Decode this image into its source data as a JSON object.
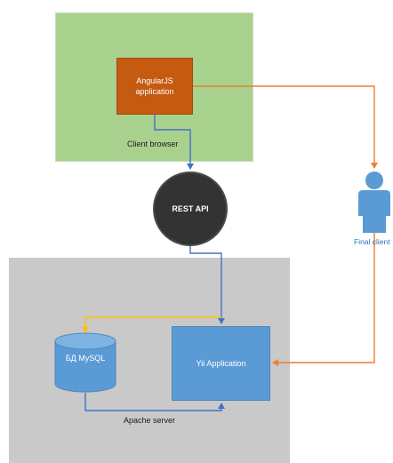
{
  "zones": {
    "client_browser": "Client browser",
    "apache_server": "Apache server"
  },
  "nodes": {
    "angular_app": "AngularJS application",
    "rest_api": "REST API",
    "database": "БД MySQL",
    "yii_app": "Yii Application",
    "final_client": "Final client"
  },
  "colors": {
    "client_zone": "#a9d18e",
    "server_zone": "#c9c9c9",
    "angular_box": "#c55a11",
    "rest_circle": "#333333",
    "blue": "#5b9bd5",
    "orange_arrow": "#ed7d31",
    "blue_arrow": "#4472c4",
    "yellow_arrow": "#ffc000"
  },
  "icons": {
    "database": "cylinder-database-icon",
    "person": "person-icon"
  }
}
